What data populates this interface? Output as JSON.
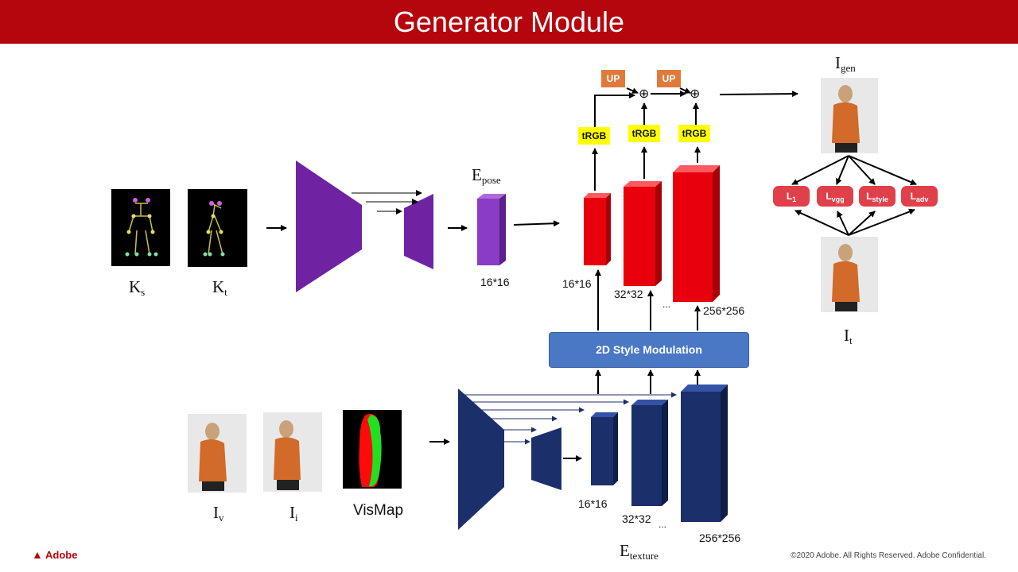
{
  "header": {
    "title": "Generator Module"
  },
  "pose": {
    "ks": "K",
    "ks_sub": "s",
    "kt": "K",
    "kt_sub": "t",
    "epose": "E",
    "epose_sub": "pose",
    "epose_size": "16*16"
  },
  "gen": {
    "sizes": [
      "16*16",
      "32*32",
      "256*256"
    ],
    "ellipsis": "...",
    "trgb": "tRGB",
    "up": "UP",
    "plus": "⊕"
  },
  "modulation": {
    "label": "2D Style Modulation"
  },
  "texture": {
    "iv": "I",
    "iv_sub": "v",
    "ii": "I",
    "ii_sub": "i",
    "vismap": "VisMap",
    "etex": "E",
    "etex_sub": "texture",
    "sizes": [
      "16*16",
      "32*32",
      "256*256"
    ],
    "ellipsis": "..."
  },
  "output": {
    "igen": "I",
    "igen_sub": "gen",
    "it": "I",
    "it_sub": "t",
    "losses": [
      {
        "main": "L",
        "sub": "1"
      },
      {
        "main": "L",
        "sub": "vgg"
      },
      {
        "main": "L",
        "sub": "style"
      },
      {
        "main": "L",
        "sub": "adv"
      }
    ]
  },
  "footer": {
    "logo": "Adobe",
    "copyright": "©2020 Adobe. All Rights Reserved. Adobe Confidential."
  },
  "colors": {
    "header": "#b5050d",
    "pose_encoder": "#6f23a3",
    "epose": "#8a3cc6",
    "decoder_red": "#e8000d",
    "texture_navy": "#1b2f6b",
    "modulation": "#4a78c4",
    "trgb": "#ffff00",
    "up": "#e07a3c",
    "loss": "#e0404a"
  }
}
